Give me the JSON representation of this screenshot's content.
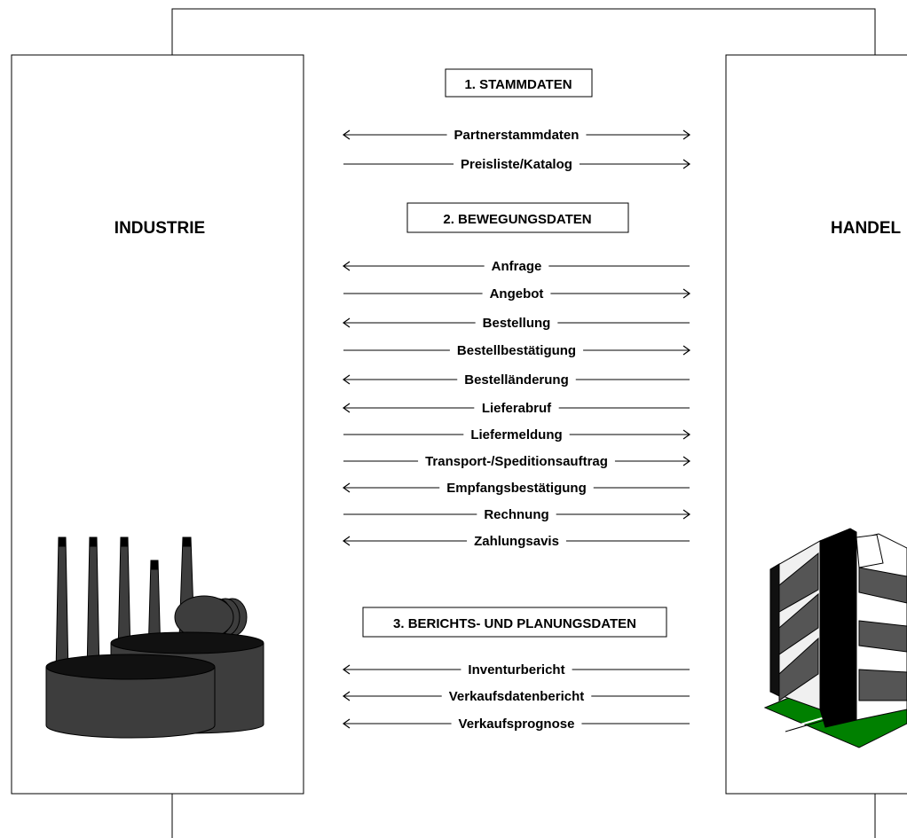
{
  "left_box": {
    "label": "INDUSTRIE"
  },
  "right_box": {
    "label": "HANDEL"
  },
  "sections": [
    {
      "title": "1. STAMMDATEN",
      "flows": [
        {
          "label": "Partnerstammdaten",
          "direction": "both"
        },
        {
          "label": "Preisliste/Katalog",
          "direction": "right"
        }
      ]
    },
    {
      "title": "2. BEWEGUNGSDATEN",
      "flows": [
        {
          "label": "Anfrage",
          "direction": "left"
        },
        {
          "label": "Angebot",
          "direction": "right"
        },
        {
          "label": "Bestellung",
          "direction": "left"
        },
        {
          "label": "Bestellbestätigung",
          "direction": "right"
        },
        {
          "label": "Bestelländerung",
          "direction": "left"
        },
        {
          "label": "Lieferabruf",
          "direction": "left"
        },
        {
          "label": "Liefermeldung",
          "direction": "right"
        },
        {
          "label": "Transport-/Speditionsauftrag",
          "direction": "right"
        },
        {
          "label": "Empfangsbestätigung",
          "direction": "left"
        },
        {
          "label": "Rechnung",
          "direction": "right"
        },
        {
          "label": "Zahlungsavis",
          "direction": "left"
        }
      ]
    },
    {
      "title": "3. BERICHTS- UND PLANUNGSDATEN",
      "flows": [
        {
          "label": "Inventurbericht",
          "direction": "left"
        },
        {
          "label": "Verkaufsdatenbericht",
          "direction": "left"
        },
        {
          "label": "Verkaufsprognose",
          "direction": "left"
        }
      ]
    }
  ],
  "icons": {
    "industry": "factory-icon",
    "trade": "office-building-icon"
  },
  "colors": {
    "line": "#000000",
    "factory_fill": "#3d3d3d",
    "lawn": "#008000"
  }
}
